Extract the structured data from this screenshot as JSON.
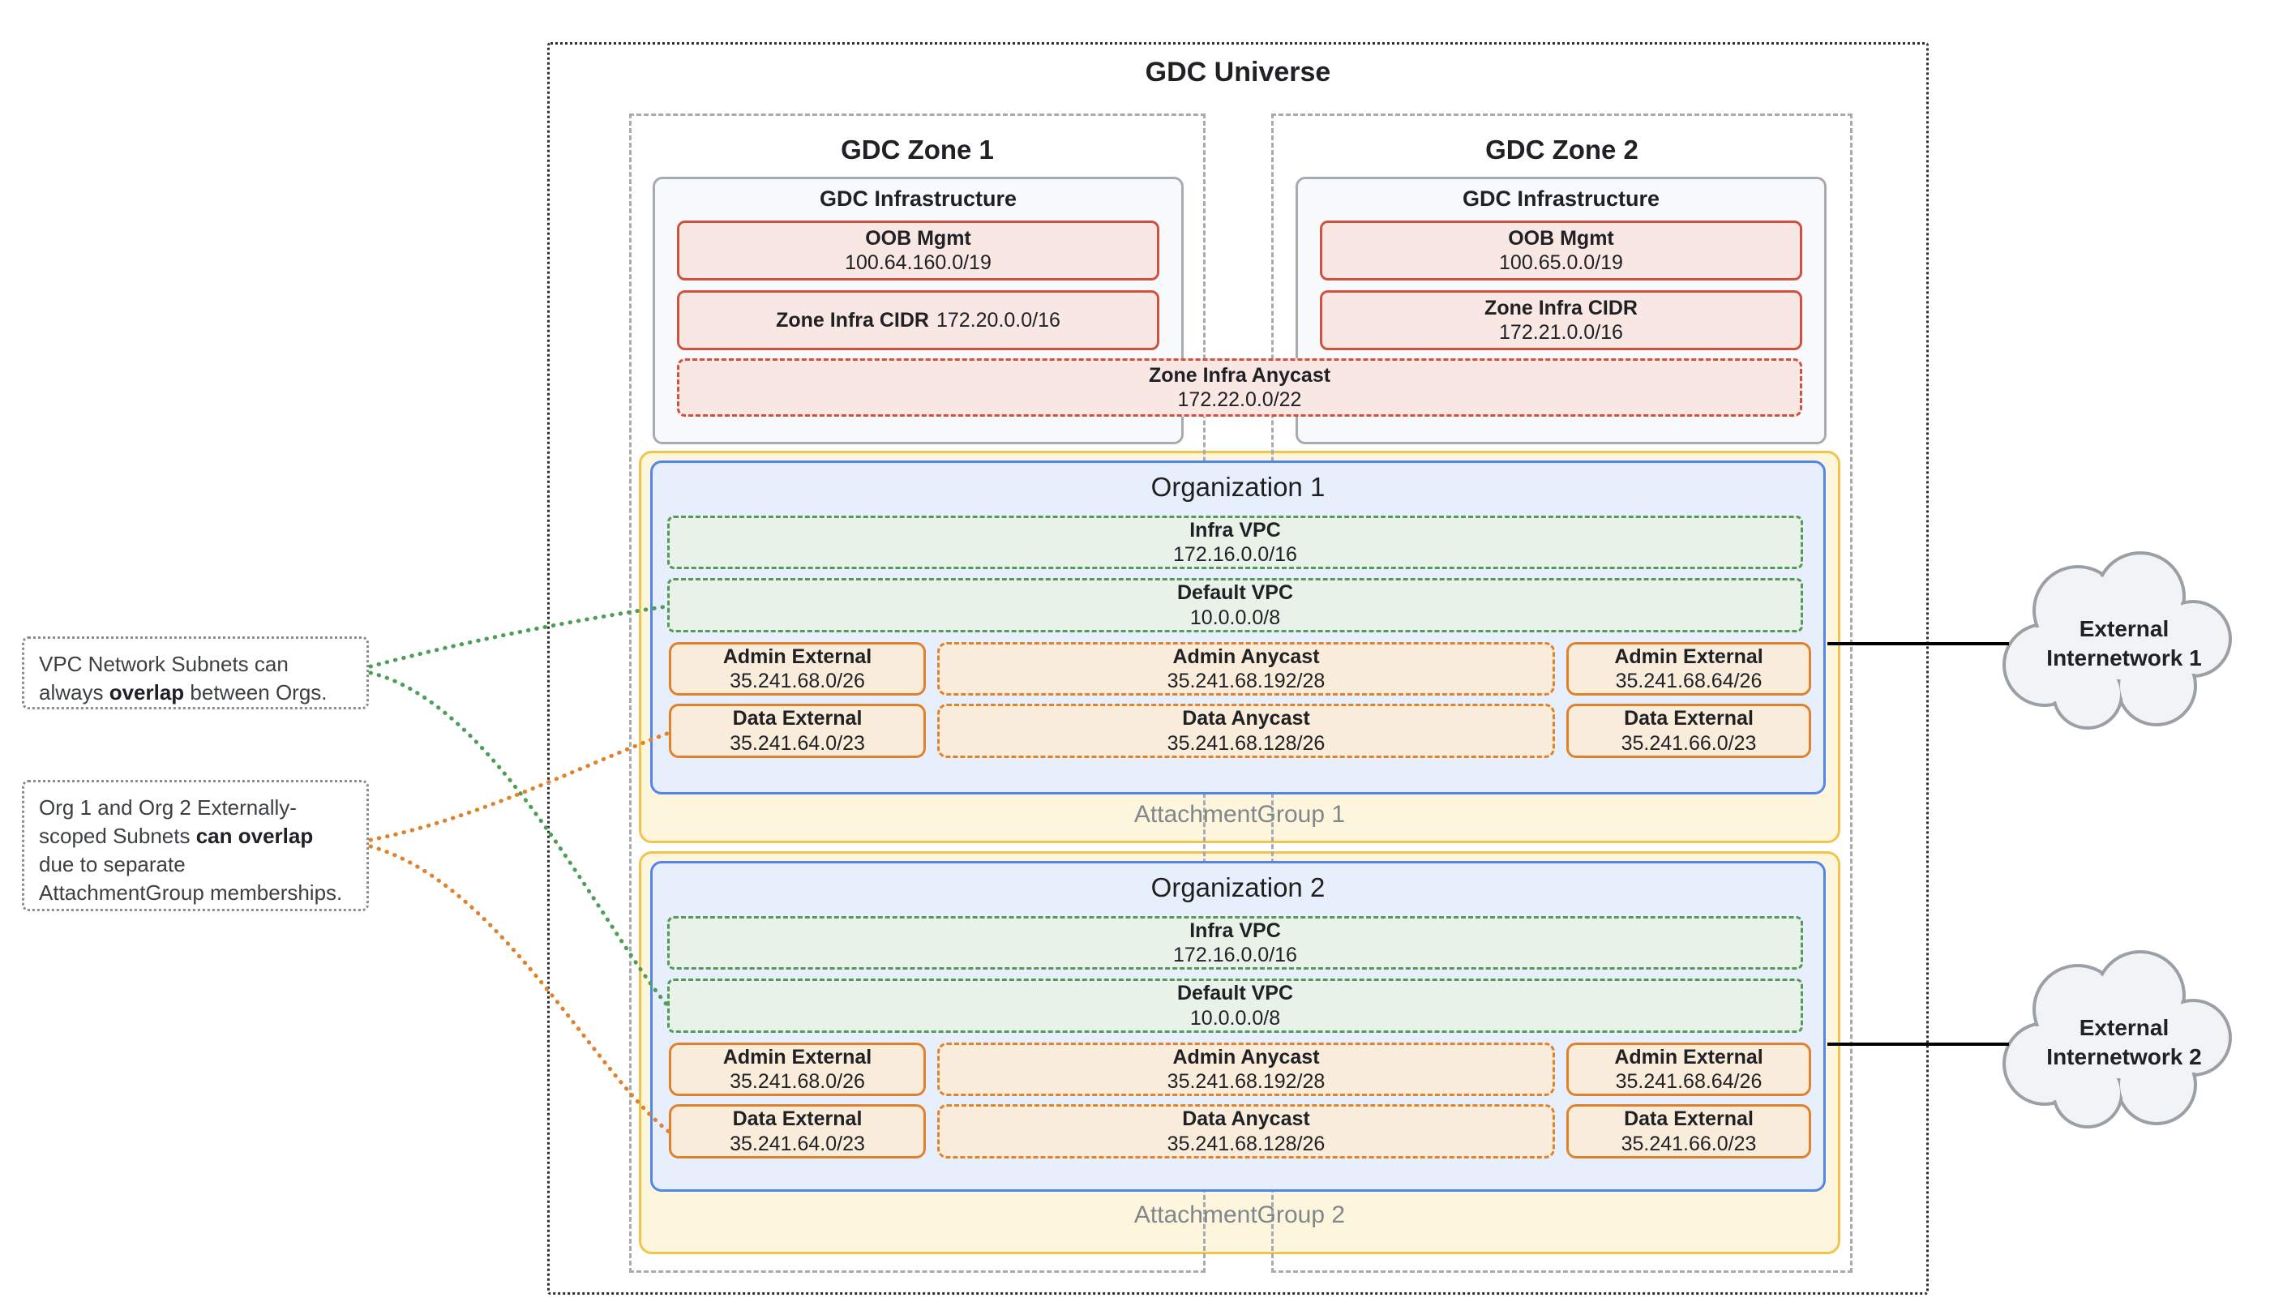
{
  "universe": {
    "title": "GDC Universe"
  },
  "zones": [
    {
      "title": "GDC Zone 1",
      "infra_title": "GDC Infrastructure",
      "oob_label": "OOB Mgmt",
      "oob_cidr": "100.64.160.0/19",
      "cidr_label": "Zone Infra CIDR",
      "cidr_value": "172.20.0.0/16"
    },
    {
      "title": "GDC Zone 2",
      "infra_title": "GDC Infrastructure",
      "oob_label": "OOB Mgmt",
      "oob_cidr": "100.65.0.0/19",
      "cidr_label": "Zone Infra CIDR",
      "cidr_value": "172.21.0.0/16"
    }
  ],
  "anycast": {
    "label": "Zone Infra Anycast",
    "cidr": "172.22.0.0/22"
  },
  "groups": [
    {
      "label": "AttachmentGroup 1",
      "org_title": "Organization 1",
      "infra_vpc_label": "Infra VPC",
      "infra_vpc_cidr": "172.16.0.0/16",
      "default_vpc_label": "Default VPC",
      "default_vpc_cidr": "10.0.0.0/8",
      "admin_ext_left_label": "Admin External",
      "admin_ext_left_cidr": "35.241.68.0/26",
      "admin_anycast_label": "Admin Anycast",
      "admin_anycast_cidr": "35.241.68.192/28",
      "admin_ext_right_label": "Admin External",
      "admin_ext_right_cidr": "35.241.68.64/26",
      "data_ext_left_label": "Data External",
      "data_ext_left_cidr": "35.241.64.0/23",
      "data_anycast_label": "Data Anycast",
      "data_anycast_cidr": "35.241.68.128/26",
      "data_ext_right_label": "Data External",
      "data_ext_right_cidr": "35.241.66.0/23"
    },
    {
      "label": "AttachmentGroup 2",
      "org_title": "Organization 2",
      "infra_vpc_label": "Infra VPC",
      "infra_vpc_cidr": "172.16.0.0/16",
      "default_vpc_label": "Default VPC",
      "default_vpc_cidr": "10.0.0.0/8",
      "admin_ext_left_label": "Admin External",
      "admin_ext_left_cidr": "35.241.68.0/26",
      "admin_anycast_label": "Admin Anycast",
      "admin_anycast_cidr": "35.241.68.192/28",
      "admin_ext_right_label": "Admin External",
      "admin_ext_right_cidr": "35.241.68.64/26",
      "data_ext_left_label": "Data External",
      "data_ext_left_cidr": "35.241.64.0/23",
      "data_anycast_label": "Data Anycast",
      "data_anycast_cidr": "35.241.68.128/26",
      "data_ext_right_label": "Data External",
      "data_ext_right_cidr": "35.241.66.0/23"
    }
  ],
  "annotations": [
    {
      "pre": "VPC Network Subnets can always ",
      "bold": "overlap",
      "post": " between Orgs."
    },
    {
      "pre": "Org 1 and Org 2 Externally-scoped Subnets ",
      "bold": "can overlap",
      "post": " due to separate AttachmentGroup memberships."
    }
  ],
  "clouds": [
    {
      "line1": "External",
      "line2": "Internetwork 1"
    },
    {
      "line1": "External",
      "line2": "Internetwork 2"
    }
  ],
  "colors": {
    "red_border": "#cf5240",
    "red_fill": "#f9e7e4",
    "green_border": "#55985c",
    "green_fill": "#e8f2e8",
    "orange_border": "#e0812c",
    "orange_fill": "#faecda",
    "blue_border": "#5185ec",
    "blue_fill": "#e7eefc",
    "yellow_border": "#f0c64a",
    "yellow_fill": "#fdf6dc",
    "gray_border": "#a6abb0",
    "gray_fill": "#f8f9fa",
    "annotation_green_line": "#4d9e57",
    "annotation_orange_line": "#e0812c"
  }
}
